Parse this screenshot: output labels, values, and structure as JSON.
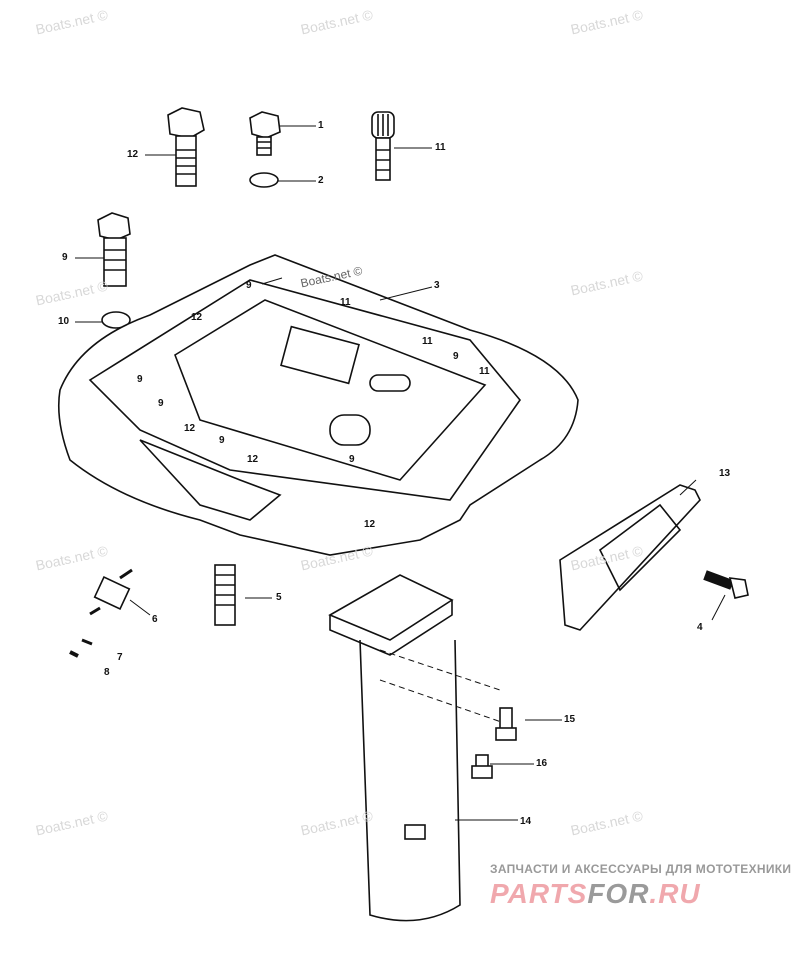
{
  "watermark": "Boats.net ©",
  "callouts": [
    {
      "label": "12"
    },
    {
      "label": "1"
    },
    {
      "label": "2"
    },
    {
      "label": "11"
    },
    {
      "label": "9"
    },
    {
      "label": "10"
    },
    {
      "label": "3"
    },
    {
      "label": "9"
    },
    {
      "label": "11"
    },
    {
      "label": "12"
    },
    {
      "label": "11"
    },
    {
      "label": "9"
    },
    {
      "label": "9"
    },
    {
      "label": "11"
    },
    {
      "label": "9"
    },
    {
      "label": "12"
    },
    {
      "label": "9"
    },
    {
      "label": "12"
    },
    {
      "label": "9"
    },
    {
      "label": "12"
    },
    {
      "label": "13"
    },
    {
      "label": "5"
    },
    {
      "label": "6"
    },
    {
      "label": "4"
    },
    {
      "label": "7"
    },
    {
      "label": "8"
    },
    {
      "label": "15"
    },
    {
      "label": "16"
    },
    {
      "label": "14"
    }
  ],
  "branding": {
    "tagline": "ЗАПЧАСТИ И АКСЕССУАРЫ ДЛЯ МОТОТЕХНИКИ",
    "logo_part1": "PARTS",
    "logo_part2": "FOR",
    "logo_part3": ".RU",
    "logo_pink": "#f0a8ad",
    "logo_gray": "#9a9a9a"
  }
}
